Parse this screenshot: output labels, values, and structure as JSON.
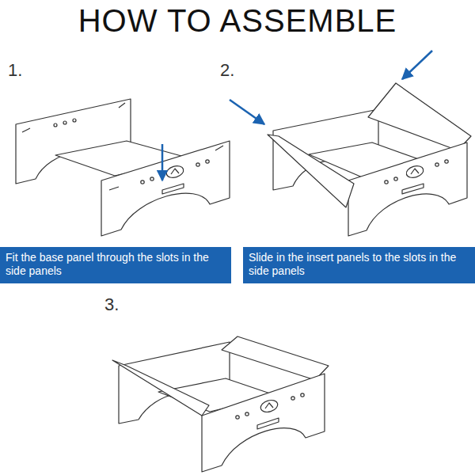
{
  "diagram": {
    "title": "HOW TO ASSEMBLE",
    "nodes": [
      {
        "text": [
          "Fit the base panel through the slots in the side panels"
        ]
      },
      {
        "text": [
          "Slide in the insert panels to the slots in the side panels"
        ]
      }
    ],
    "labels": [
      "1.",
      "2.",
      "3."
    ]
  }
}
